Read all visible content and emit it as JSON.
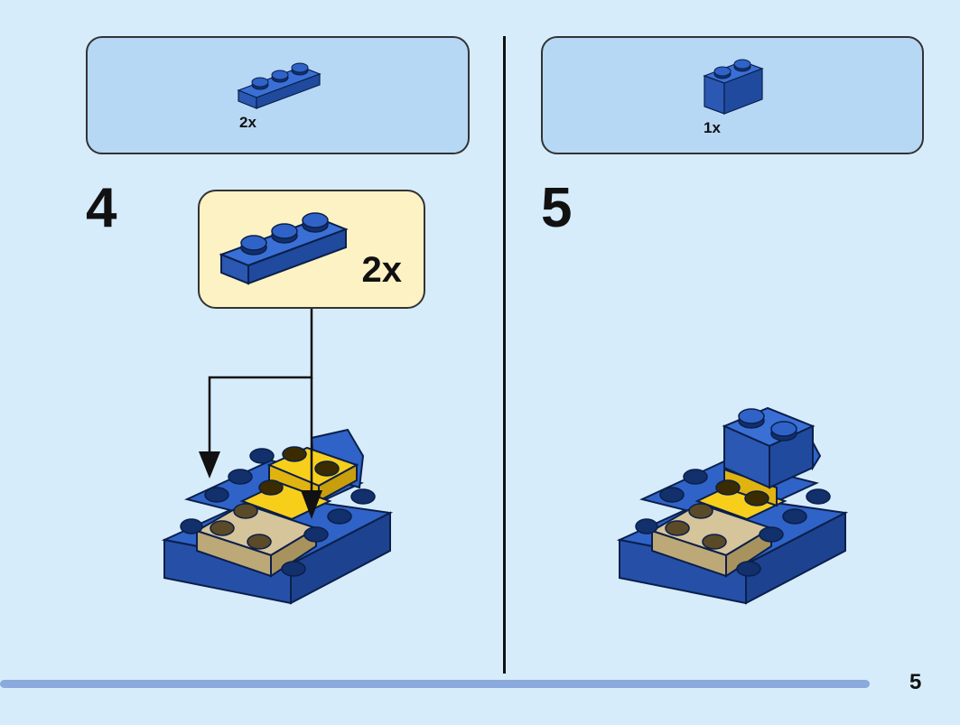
{
  "steps": [
    {
      "number": "4",
      "parts": [
        {
          "quantity": "2x",
          "brick": "blue-1x3-plate"
        }
      ],
      "callout": {
        "quantity": "2x",
        "brick": "blue-1x3-plate",
        "background": "#fdf2c4"
      }
    },
    {
      "number": "5",
      "parts": [
        {
          "quantity": "1x",
          "brick": "blue-1x2-brick"
        }
      ]
    }
  ],
  "page": {
    "number": "5"
  },
  "colors": {
    "background": "#d6ecfb",
    "parts_box": "#b6d8f5",
    "brick_blue": "#2f63c8",
    "brick_yellow": "#f7cf1b",
    "brick_tan": "#d6c49a",
    "progress_bar": "#8aa9dc"
  }
}
